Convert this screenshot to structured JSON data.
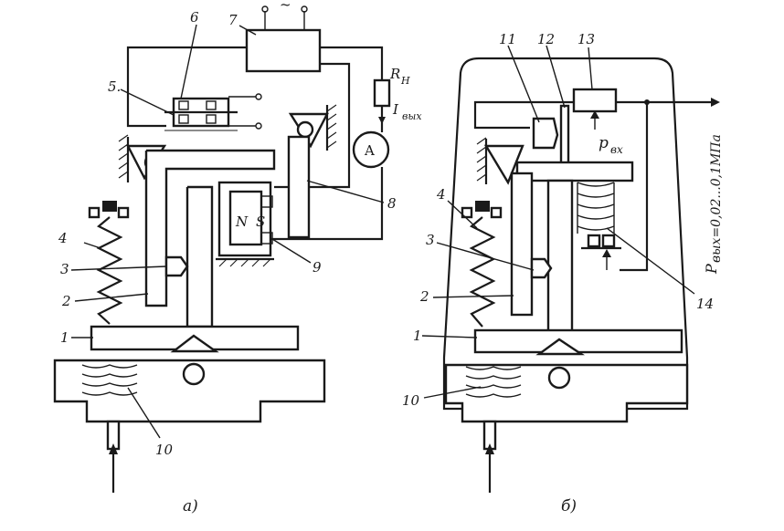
{
  "diagram": {
    "left": {
      "caption": "а)",
      "labels": {
        "n1": "1",
        "n2": "2",
        "n3": "3",
        "n4": "4",
        "n5": "5.",
        "n6": "6",
        "n7": "7",
        "n8": "8",
        "n9": "9",
        "n10": "10",
        "rn": "R",
        "rn_sub": "H",
        "iout": "I",
        "iout_sub": "вых",
        "ammeter": "A",
        "pole_n": "N",
        "pole_s": "S",
        "supply": "~"
      }
    },
    "right": {
      "caption": "б)",
      "labels": {
        "n1": "1",
        "n3": "3",
        "n2": "2",
        "n4": "4",
        "n10": "10",
        "n11": "11",
        "n12": "12",
        "n13": "13",
        "n14": "14",
        "pin": "p",
        "pin_sub": "вх",
        "pout": "P",
        "pout_text": "вых=0,02...0,1МПа"
      }
    },
    "colors": {
      "ink": "#1a1a1a",
      "paper": "#ffffff"
    }
  }
}
